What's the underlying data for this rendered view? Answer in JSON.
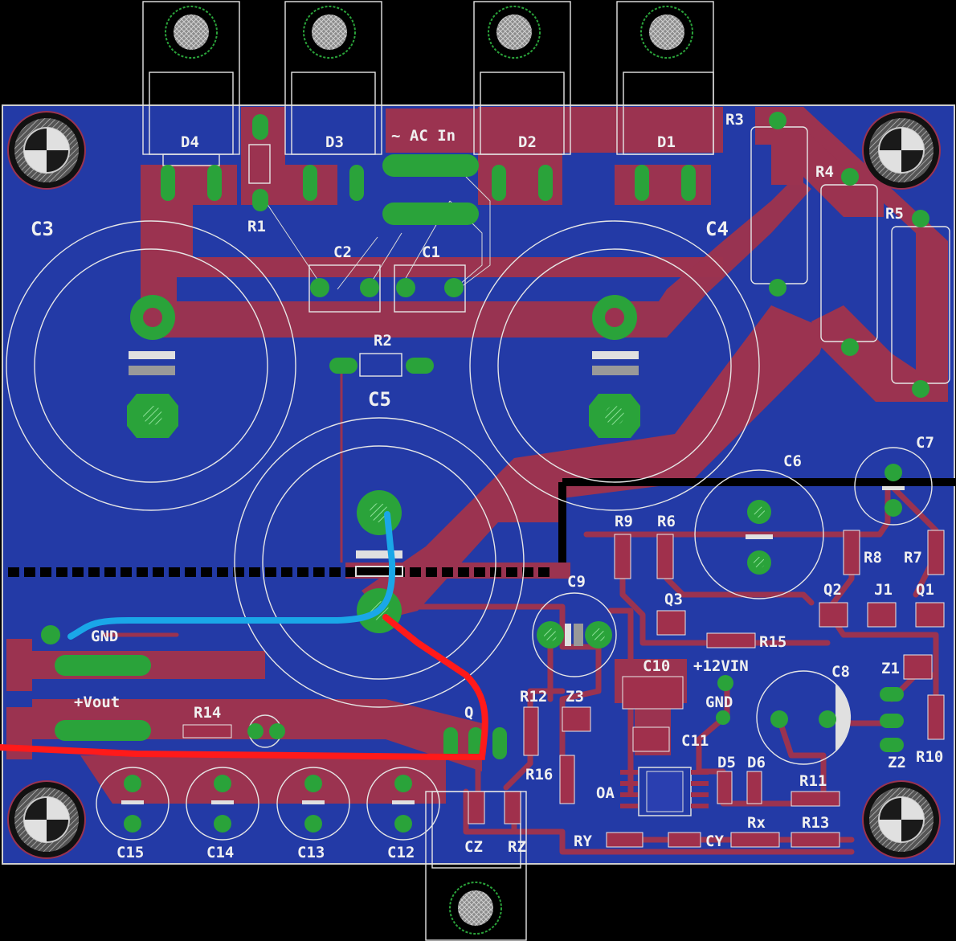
{
  "view": "Circuit board layout",
  "colors": {
    "board": "#233aa6",
    "copper_top": "#9b3350",
    "pad": "#2aa33a",
    "silkscreen": "#e6e6e6",
    "wire_gnd": "#1aa7e8",
    "wire_out": "#ff1a1a",
    "background": "#000000"
  },
  "labels": {
    "D4": "D4",
    "D3": "D3",
    "D2": "D2",
    "D1": "D1",
    "R1": "R1",
    "R2": "R2",
    "R3": "R3",
    "R4": "R4",
    "R5": "R5",
    "R6": "R6",
    "R7": "R7",
    "R8": "R8",
    "R9": "R9",
    "R10": "R10",
    "R11": "R11",
    "R12": "R12",
    "R13": "R13",
    "R14": "R14",
    "R15": "R15",
    "R16": "R16",
    "C1": "C1",
    "C2": "C2",
    "C3": "C3",
    "C4": "C4",
    "C5": "C5",
    "C6": "C6",
    "C7": "C7",
    "C8": "C8",
    "C9": "C9",
    "C10": "C10",
    "C11": "C11",
    "C12": "C12",
    "C13": "C13",
    "C14": "C14",
    "C15": "C15",
    "AC": "~ AC In",
    "GND": "GND",
    "GND2": "GND",
    "VOUT": "+Vout",
    "VIN": "+12VIN",
    "Q": "Q",
    "Q1": "Q1",
    "Q2": "Q2",
    "Q3": "Q3",
    "J1": "J1",
    "Z1": "Z1",
    "Z2": "Z2",
    "Z3": "Z3",
    "D5": "D5",
    "D6": "D6",
    "OA": "OA",
    "RY": "RY",
    "CY": "CY",
    "Rx": "Rx",
    "CZ": "CZ",
    "RZ": "RZ"
  }
}
